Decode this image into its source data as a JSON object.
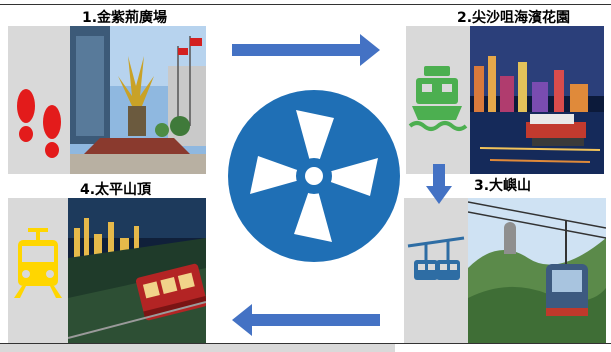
{
  "stops": [
    {
      "label": "1.金紫荊廣場",
      "icon": "footprints-icon",
      "photo": "golden-bauhinia-square-photo"
    },
    {
      "label": "2.尖沙咀海濱花園",
      "icon": "ferry-icon",
      "photo": "harbour-night-photo"
    },
    {
      "label": "3.大嶼山",
      "icon": "cable-car-icon",
      "photo": "ngong-ping-cable-car-photo"
    },
    {
      "label": "4.太平山頂",
      "icon": "tram-icon",
      "photo": "peak-tram-photo"
    }
  ],
  "center_icon": "fan-icon",
  "colors": {
    "arrow": "#4472c4",
    "fan": "#1f6fb5",
    "footprints": "#e31b1b",
    "ferry": "#4caf50",
    "cable_car": "#2e6da4",
    "tram": "#ffd600",
    "panel_gray": "#d9d9d9"
  }
}
